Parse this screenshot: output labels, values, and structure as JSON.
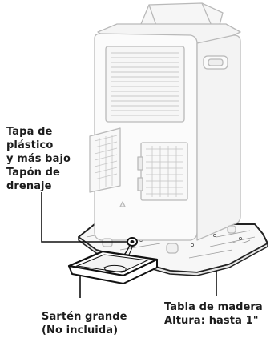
{
  "callouts": {
    "plug": [
      "Tapa de",
      "plástico",
      "y más bajo",
      "Tapón de",
      "drenaje"
    ],
    "pan": [
      "Sartén grande",
      "(No incluida)"
    ],
    "board": [
      "Tabla de madera",
      "Altura: hasta 1\""
    ]
  },
  "colors": {
    "unit_outline": "#b9b9b9",
    "label_text": "#1c1c1c",
    "leader_line": "#111111",
    "pan_outline": "#111111",
    "board_outline": "#222222"
  }
}
